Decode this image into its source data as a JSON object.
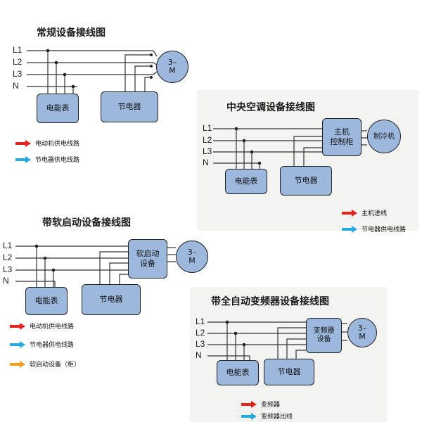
{
  "diagrams": [
    {
      "title": "常规设备接线图",
      "lines": [
        "L1",
        "L2",
        "L3",
        "N"
      ],
      "meter": "电能表",
      "saver": "节电器",
      "motor": "3–\nM",
      "legend": [
        {
          "label": "电动机供电线路",
          "color": "#e8231e"
        },
        {
          "label": "节电器供电线路",
          "color": "#27a9e1"
        }
      ]
    },
    {
      "title": "中央空调设备接线图",
      "lines": [
        "L1",
        "L2",
        "L3",
        "N"
      ],
      "meter": "电能表",
      "saver": "节电器",
      "control": "主机\n控制柜",
      "motor": "制冷机",
      "legend": [
        {
          "label": "主机进线",
          "color": "#e8231e"
        },
        {
          "label": "节电器供电线路",
          "color": "#27a9e1"
        }
      ]
    },
    {
      "title": "带软启动设备接线图",
      "lines": [
        "L1",
        "L2",
        "L3",
        "N"
      ],
      "meter": "电能表",
      "saver": "节电器",
      "control": "软启动\n设备",
      "motor": "3–\nM",
      "legend": [
        {
          "label": "电动机供电线路",
          "color": "#e8231e"
        },
        {
          "label": "节电器供电线路",
          "color": "#27a9e1"
        },
        {
          "label": "软启动设备（柜）",
          "color": "#f1a01e"
        }
      ]
    },
    {
      "title": "带全自动变频器设备接线图",
      "lines": [
        "L1",
        "L2",
        "L3",
        "N"
      ],
      "meter": "电能表",
      "saver": "节电器",
      "control": "变频器\n设备",
      "motor": "3–\nM",
      "legend": [
        {
          "label": "变频器",
          "color": "#e8231e"
        },
        {
          "label": "变频器出线",
          "color": "#27a9e1"
        }
      ]
    }
  ]
}
